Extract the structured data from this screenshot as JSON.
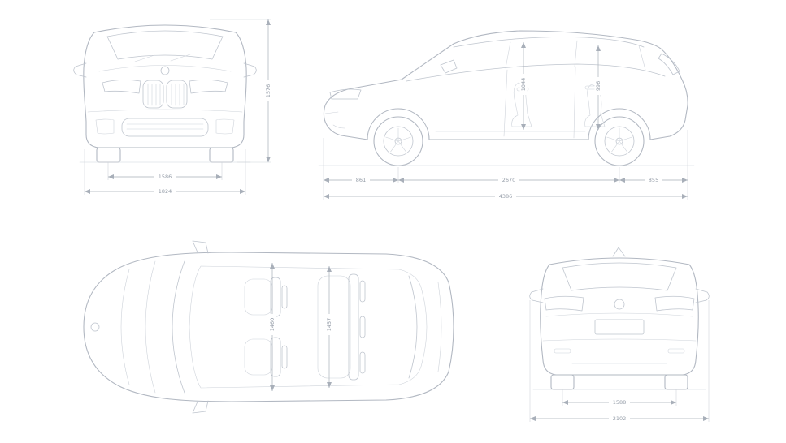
{
  "colors": {
    "background": "#ffffff",
    "body_line": "#b2b8c2",
    "detail_line": "#bfc5ce",
    "dimension_line": "#a8afb9",
    "dimension_text": "#959da8"
  },
  "views": {
    "front": {
      "label": "front-view",
      "dimensions": {
        "overall_height": "1576",
        "front_track": "1586",
        "overall_width": "1824"
      }
    },
    "side": {
      "label": "side-view",
      "dimensions": {
        "front_overhang": "861",
        "wheelbase": "2670",
        "rear_overhang": "855",
        "overall_length": "4386",
        "interior_height_front": "1044",
        "interior_height_rear": "996"
      }
    },
    "top": {
      "label": "top-view",
      "dimensions": {
        "interior_width_front": "1460",
        "interior_width_rear": "1457"
      }
    },
    "rear": {
      "label": "rear-view",
      "dimensions": {
        "rear_track": "1588",
        "overall_width_mirrors": "2102"
      }
    }
  }
}
